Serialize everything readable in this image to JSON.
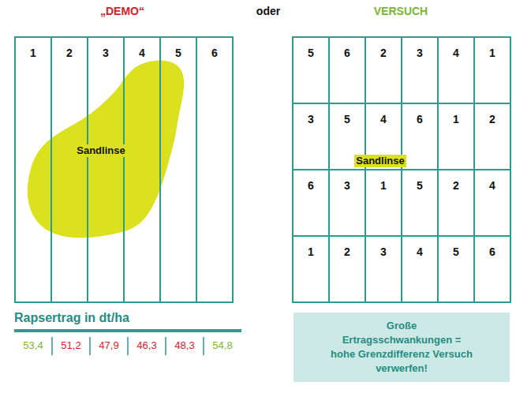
{
  "diagram": {
    "nodes": [
      {
        "text": [
          "1"
        ]
      },
      {
        "text": [
          "2"
        ]
      },
      {
        "text": [
          "3"
        ]
      },
      {
        "text": [
          "4"
        ]
      },
      {
        "text": [
          "5"
        ]
      },
      {
        "text": [
          "6"
        ]
      },
      {
        "text": [
          "Sandlinse"
        ]
      },
      {
        "text": [
          "5"
        ]
      },
      {
        "text": [
          "6"
        ]
      },
      {
        "text": [
          "2"
        ]
      },
      {
        "text": [
          "3"
        ]
      },
      {
        "text": [
          "4"
        ]
      },
      {
        "text": [
          "1"
        ]
      },
      {
        "text": [
          "3"
        ]
      },
      {
        "text": [
          "5"
        ]
      },
      {
        "text": [
          "4"
        ]
      },
      {
        "text": [
          "6"
        ]
      },
      {
        "text": [
          "1"
        ]
      },
      {
        "text": [
          "2"
        ]
      },
      {
        "text": [
          "6"
        ]
      },
      {
        "text": [
          "3"
        ]
      },
      {
        "text": [
          "1"
        ]
      },
      {
        "text": [
          "5"
        ]
      },
      {
        "text": [
          "2"
        ]
      },
      {
        "text": [
          "4"
        ]
      },
      {
        "text": [
          "1"
        ]
      },
      {
        "text": [
          "2"
        ]
      },
      {
        "text": [
          "3"
        ]
      },
      {
        "text": [
          "4"
        ]
      },
      {
        "text": [
          "5"
        ]
      },
      {
        "text": [
          "6"
        ]
      },
      {
        "text": [
          "Sandlinse"
        ]
      },
      {
        "text": [
          "Große Ertragsschwankungen = hohe Grenzdifferenz Versuch verwerfen!"
        ]
      }
    ],
    "labels": [
      "„DEMO“",
      "oder",
      "VERSUCH",
      "Rapsertrag in dt/ha",
      "53,4",
      "51,2",
      "47,9",
      "46,3",
      "48,3",
      "54,8"
    ]
  }
}
